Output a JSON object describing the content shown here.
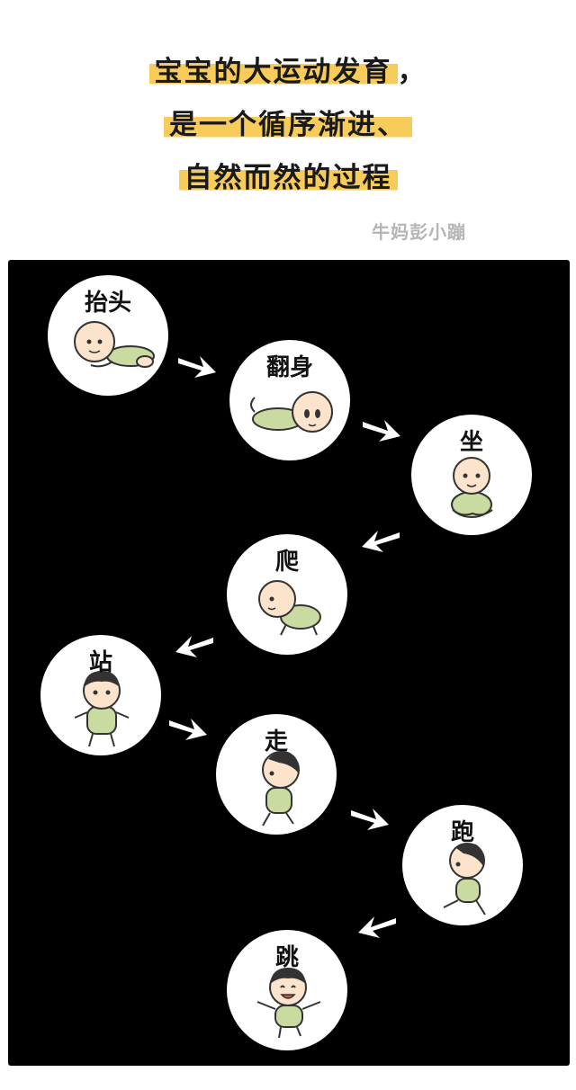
{
  "title": {
    "line1_main": "宝宝的大运动发育",
    "line1_punct": "，",
    "line2_main": "是一个循序渐进",
    "line2_punct": "、",
    "line3_main": "自然而然的过程"
  },
  "watermark": "牛妈彭小蹦",
  "stages": [
    {
      "label": "抬头",
      "pose": "lift-head"
    },
    {
      "label": "翻身",
      "pose": "roll-over"
    },
    {
      "label": "坐",
      "pose": "sit"
    },
    {
      "label": "爬",
      "pose": "crawl"
    },
    {
      "label": "站",
      "pose": "stand"
    },
    {
      "label": "走",
      "pose": "walk"
    },
    {
      "label": "跑",
      "pose": "run"
    },
    {
      "label": "跳",
      "pose": "jump"
    }
  ],
  "colors": {
    "highlight": "#f8cc5a",
    "board": "#000000",
    "skin": "#fbe3cc",
    "clothes": "#c9dba0",
    "hair": "#333333"
  }
}
